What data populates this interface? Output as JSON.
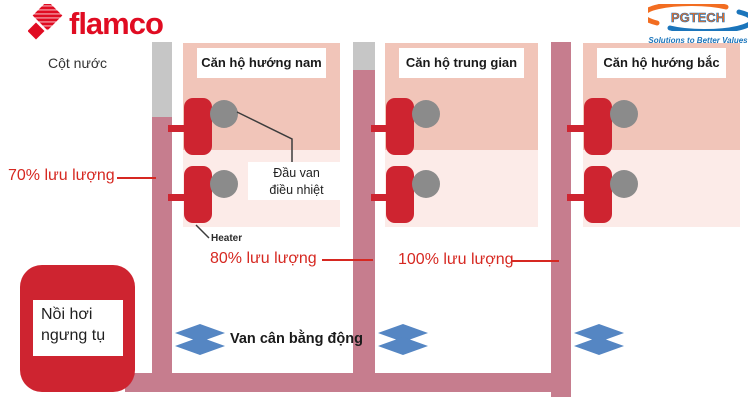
{
  "brand": {
    "flamco_logo_text": "flamco",
    "pgtech_logo_text": "PGTECH",
    "pgtech_tagline": "Solutions to Better Values"
  },
  "header": {
    "water_column_label": "Cột nước"
  },
  "apartments": [
    {
      "title": "Căn hộ hướng nam"
    },
    {
      "title": "Căn hộ trung gian"
    },
    {
      "title": "Căn hộ hướng bắc"
    }
  ],
  "flow_labels": [
    {
      "text": "70% lưu lượng"
    },
    {
      "text": "80% lưu lượng"
    },
    {
      "text": "100% lưu lượng"
    }
  ],
  "annotations": {
    "thermo_valve_line1": "Đầu van",
    "thermo_valve_line2": "điều nhiệt",
    "heater": "Heater",
    "balancing_valve": "Van cân bằng động",
    "boiler_line1": "Nồi hơi",
    "boiler_line2": "ngưng tụ"
  },
  "colors": {
    "brand_red": "#e00c22",
    "hardware_red": "#ce2430",
    "pipe_mauve": "#c67d8e",
    "pipe_gray": "#c6c6c6",
    "apartment_top_pink": "#f1c5b9",
    "apartment_bottom_pink": "#fcebe8",
    "thermo_head_gray": "#8b8b8b",
    "flow_text_red": "#d62821",
    "balancing_valve_blue": "#5586c3",
    "pgtech_orange": "#f26d21",
    "pgtech_blue": "#1b75bb"
  }
}
